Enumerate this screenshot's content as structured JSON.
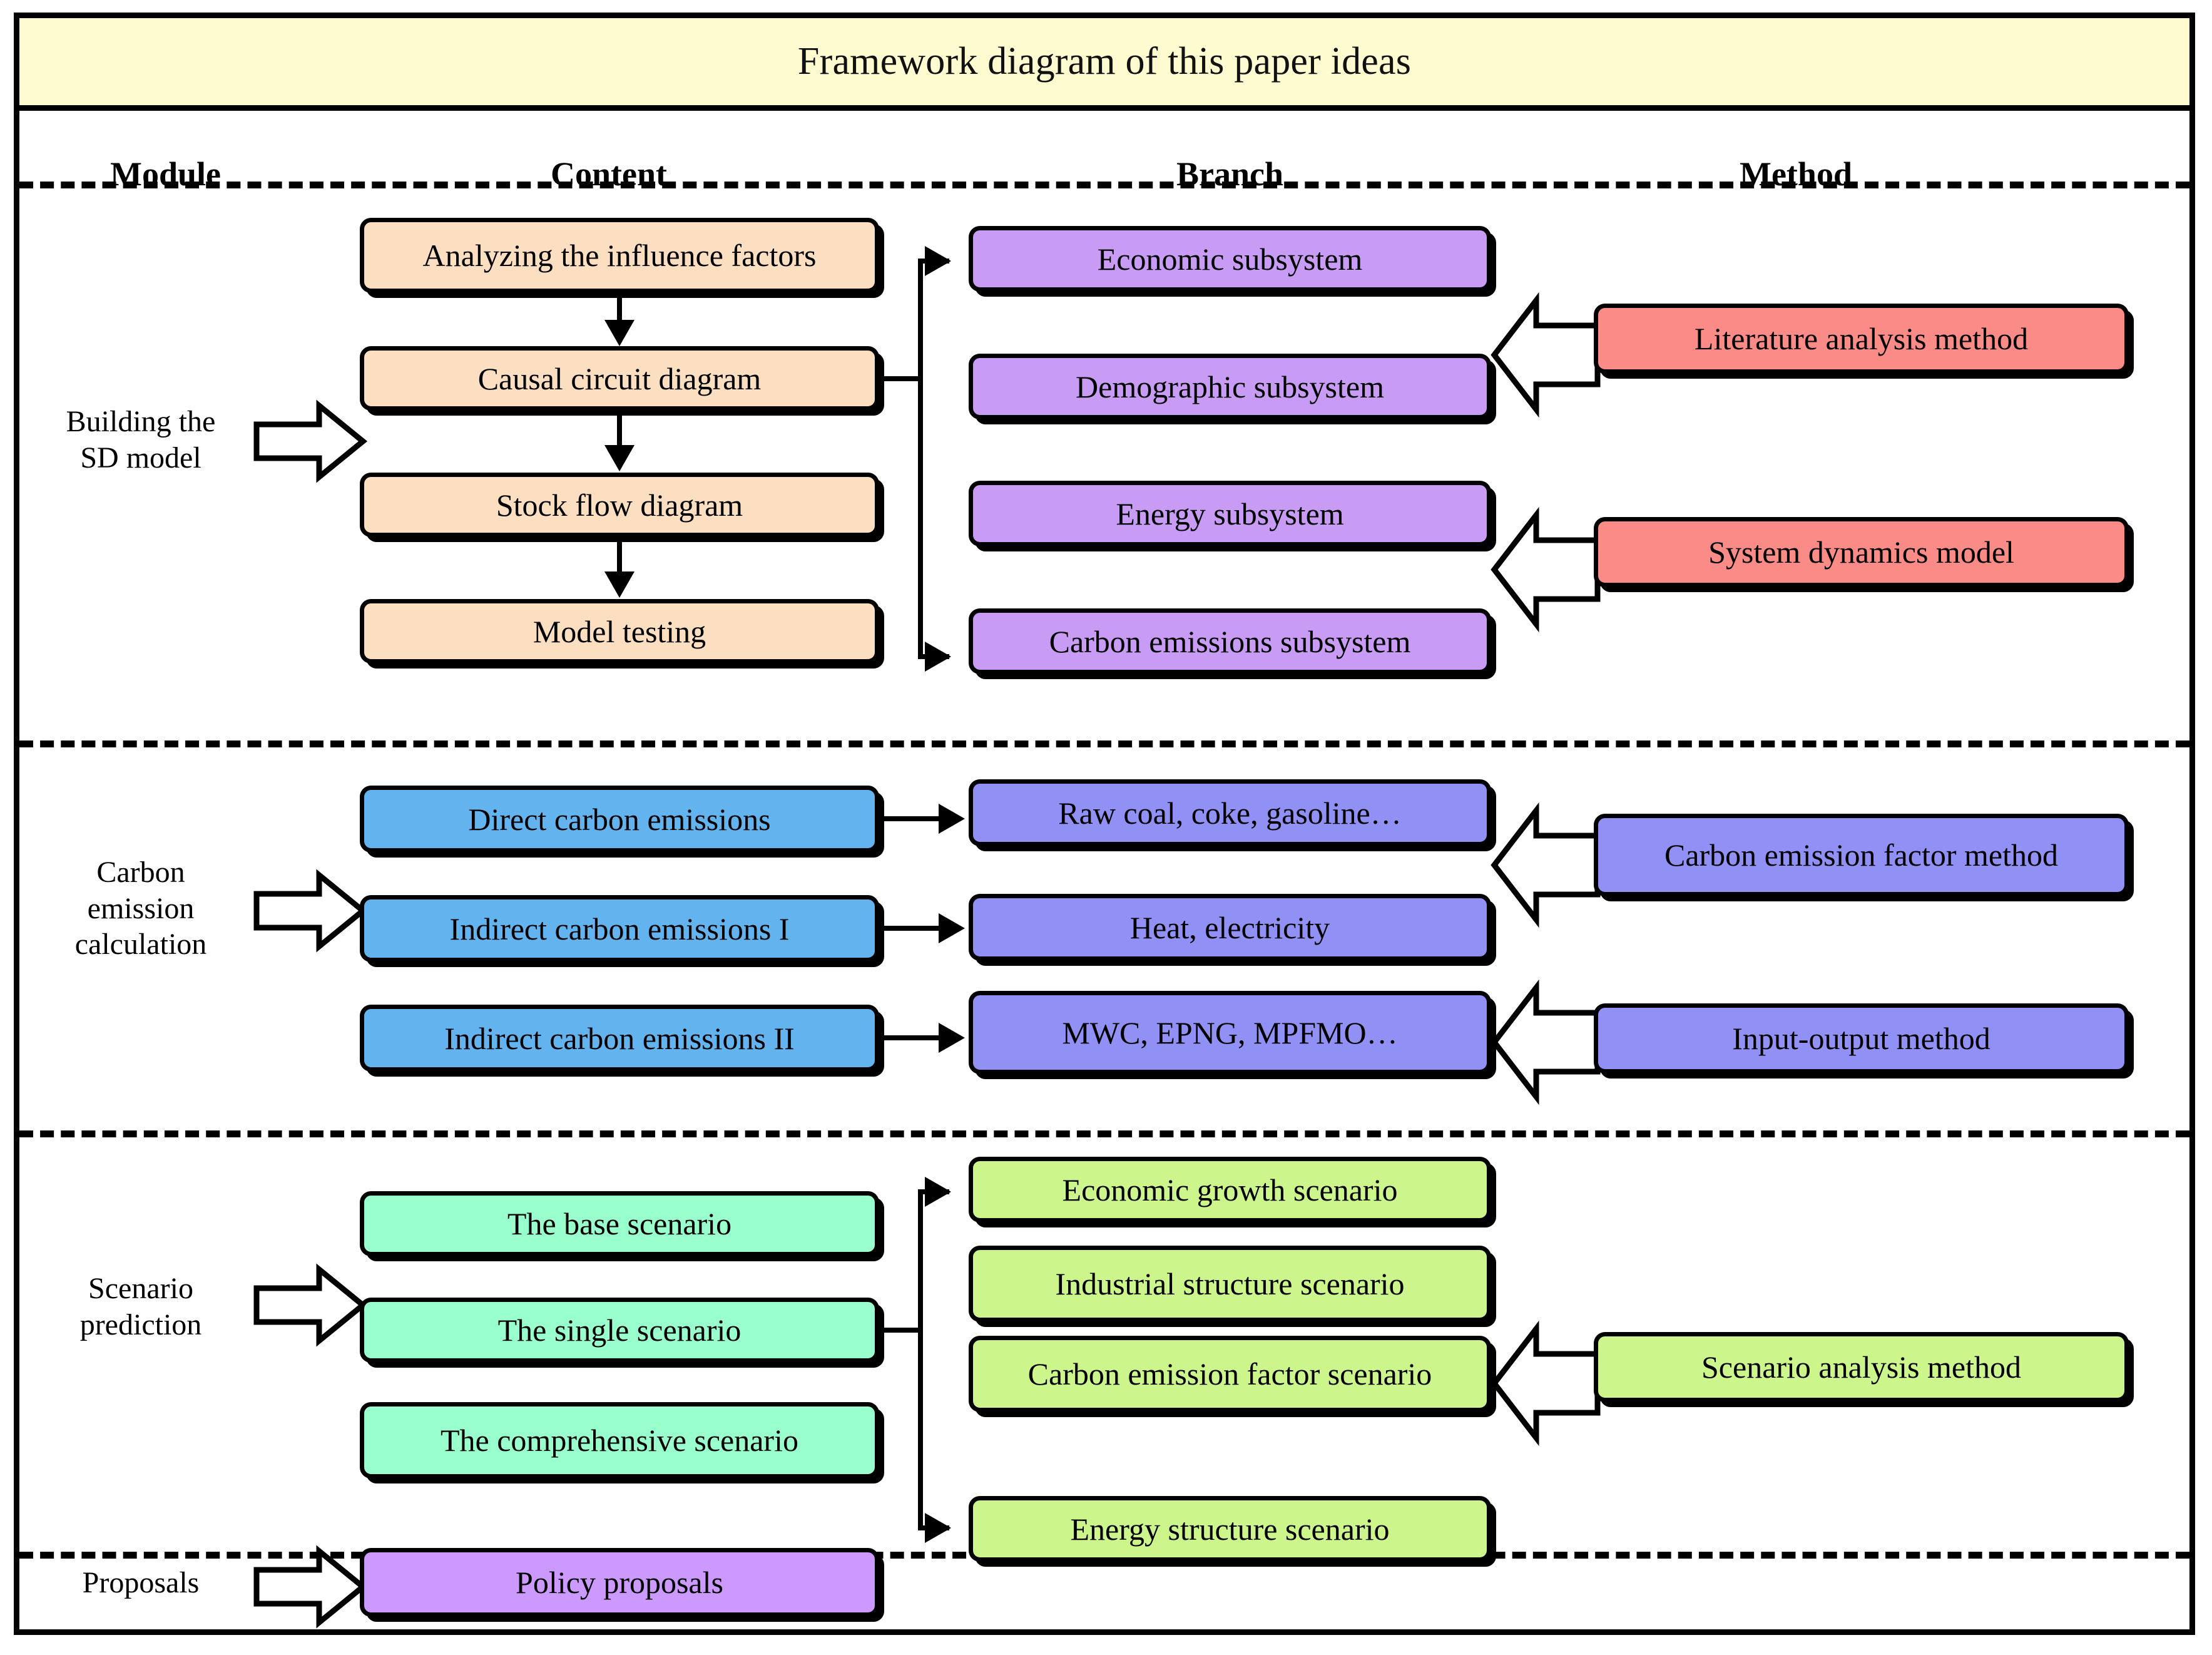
{
  "title": "Framework diagram of this paper ideas",
  "columns": [
    {
      "label": "Module"
    },
    {
      "label": "Content"
    },
    {
      "label": "Branch"
    },
    {
      "label": "Method"
    }
  ],
  "colors": {
    "title_band": "#FDFBCF",
    "content_sd": "#FBDFC0",
    "branch_sd": "#C89BF5",
    "method_sd": "#FB8B86",
    "content_carbon": "#63B3EF",
    "branch_carbon": "#9190F5",
    "method_carbon": "#9190F5",
    "content_scenario": "#99FFCC",
    "branch_scenario": "#CCF58C",
    "method_scenario": "#CCF58C",
    "proposals": "#CC99FF",
    "line": "#000000"
  },
  "sections": [
    {
      "module": "Building the\nSD model",
      "module_line1": "Building the",
      "module_line2": "SD model",
      "content": [
        {
          "label": "Analyzing the influence factors"
        },
        {
          "label": "Causal circuit diagram"
        },
        {
          "label": "Stock flow diagram"
        },
        {
          "label": "Model  testing"
        }
      ],
      "branch": [
        {
          "label": "Economic subsystem"
        },
        {
          "label": "Demographic  subsystem"
        },
        {
          "label": "Energy subsystem"
        },
        {
          "label": "Carbon emissions subsystem"
        }
      ],
      "method": [
        {
          "label": "Literature analysis method"
        },
        {
          "label": "System dynamics model"
        }
      ]
    },
    {
      "module": "Carbon\nemission\ncalculation",
      "module_line1": "Carbon",
      "module_line2": "emission",
      "module_line3": "calculation",
      "content": [
        {
          "label": "Direct carbon emissions"
        },
        {
          "label": "Indirect carbon emissions I"
        },
        {
          "label": "Indirect carbon emissions II"
        }
      ],
      "branch": [
        {
          "label": "Raw coal, coke, gasoline…"
        },
        {
          "label": "Heat, electricity"
        },
        {
          "label": "MWC, EPNG, MPFMO…"
        }
      ],
      "method": [
        {
          "label": "Carbon emission factor method"
        },
        {
          "label": "Input-output method"
        }
      ]
    },
    {
      "module": "Scenario\nprediction",
      "module_line1": "Scenario",
      "module_line2": "prediction",
      "content": [
        {
          "label": "The base scenario"
        },
        {
          "label": "The single scenario"
        },
        {
          "label": "The comprehensive scenario"
        }
      ],
      "branch": [
        {
          "label": "Economic growth scenario"
        },
        {
          "label": "Industrial structure scenario"
        },
        {
          "label": "Carbon emission factor scenario"
        },
        {
          "label": "Energy structure scenario"
        }
      ],
      "method": [
        {
          "label": "Scenario analysis method"
        }
      ]
    },
    {
      "module": "Proposals",
      "module_line1": "Proposals",
      "content": [
        {
          "label": "Policy proposals"
        }
      ],
      "branch": [],
      "method": []
    }
  ]
}
